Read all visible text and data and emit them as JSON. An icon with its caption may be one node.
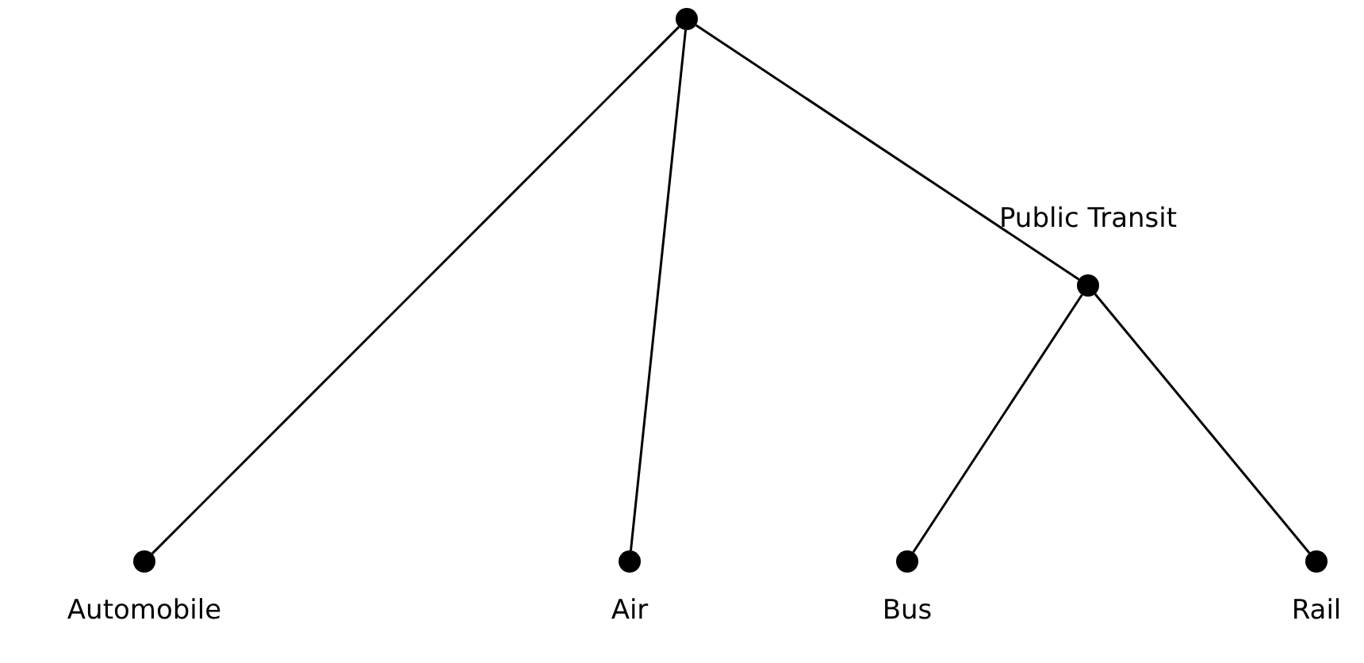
{
  "diagram": {
    "nodes": [
      {
        "text": [],
        "shape": "circle"
      },
      {
        "text": [],
        "shape": "circle",
        "beside": [
          "Public Transit"
        ]
      },
      {
        "text": [],
        "shape": "circle",
        "beside": [
          "Automobile"
        ]
      },
      {
        "text": [],
        "shape": "circle",
        "beside": [
          "Air"
        ]
      },
      {
        "text": [],
        "shape": "circle",
        "beside": [
          "Bus"
        ]
      },
      {
        "text": [],
        "shape": "circle",
        "beside": [
          "Rail"
        ]
      }
    ],
    "edges": [
      {
        "from": 0,
        "to": 2,
        "arrow": "none"
      },
      {
        "from": 0,
        "to": 3,
        "arrow": "none"
      },
      {
        "from": 0,
        "to": 1,
        "arrow": "none"
      },
      {
        "from": 1,
        "to": 4,
        "arrow": "none"
      },
      {
        "from": 1,
        "to": 5,
        "arrow": "none"
      }
    ]
  }
}
